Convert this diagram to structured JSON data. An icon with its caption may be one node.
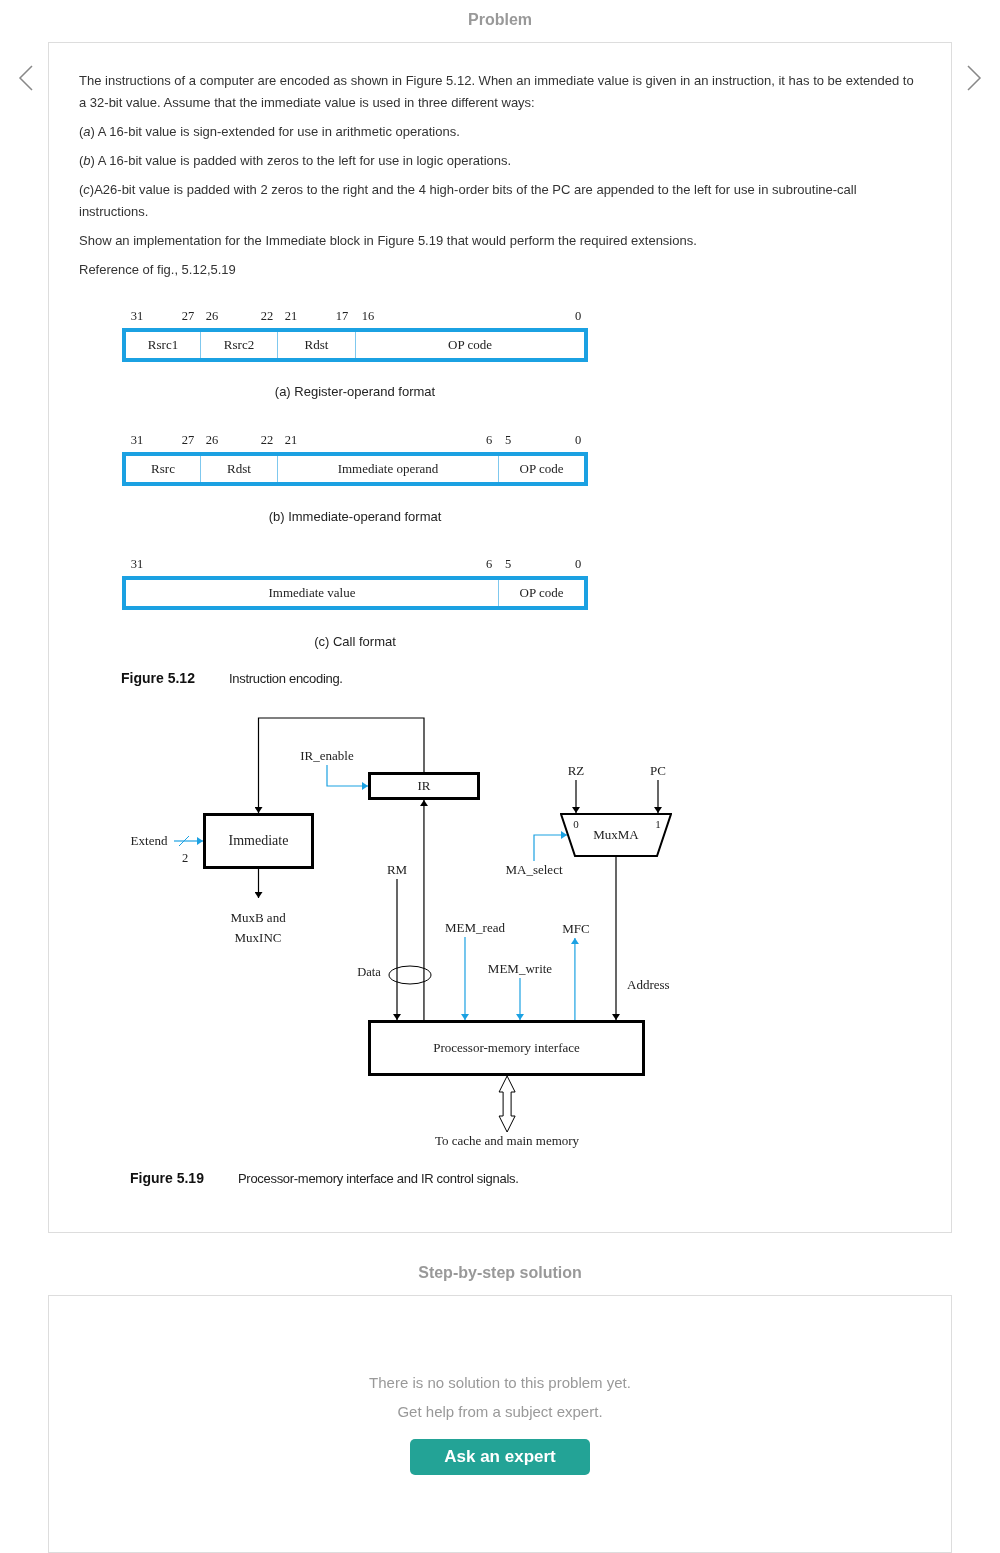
{
  "diagram": {
    "title": "Problem",
    "nodes": [
      {
        "text": [
          "Rsrc1"
        ]
      },
      {
        "text": [
          "Rsrc2"
        ]
      },
      {
        "text": [
          "Rdst"
        ]
      },
      {
        "text": [
          "OP code"
        ]
      },
      {
        "text": [
          "Rsrc"
        ]
      },
      {
        "text": [
          "Rdst"
        ]
      },
      {
        "text": [
          "Immediate operand"
        ]
      },
      {
        "text": [
          "OP code"
        ]
      },
      {
        "text": [
          "Immediate value"
        ]
      },
      {
        "text": [
          "OP code"
        ]
      },
      {
        "text": [
          "IR_enable"
        ]
      },
      {
        "text": [
          "IR"
        ]
      },
      {
        "text": [
          "Extend"
        ]
      },
      {
        "text": [
          "Immediate"
        ]
      },
      {
        "text": [
          "RZ"
        ]
      },
      {
        "text": [
          "PC"
        ]
      },
      {
        "text": [
          "0",
          "MuxMA",
          "1"
        ]
      },
      {
        "text": [
          "MA_select"
        ]
      },
      {
        "text": [
          "MuxB and MuxINC"
        ]
      },
      {
        "text": [
          "RM"
        ]
      },
      {
        "text": [
          "MEM_read"
        ]
      },
      {
        "text": [
          "MFC"
        ]
      },
      {
        "text": [
          "MEM_write"
        ]
      },
      {
        "text": [
          "Processor-memory interface"
        ]
      },
      {
        "text": [
          "To cache and main memory"
        ]
      }
    ],
    "edges": [
      {
        "from": 11,
        "to": 13,
        "arrow": "to"
      },
      {
        "from": 10,
        "to": 11,
        "arrow": "to",
        "color": "#1ba1e2"
      },
      {
        "from": 12,
        "to": 13,
        "arrow": "to",
        "color": "#1ba1e2"
      },
      {
        "from": 13,
        "to": 18,
        "arrow": "to"
      },
      {
        "from": 14,
        "to": 16,
        "arrow": "to"
      },
      {
        "from": 15,
        "to": 16,
        "arrow": "to"
      },
      {
        "from": 17,
        "to": 16,
        "arrow": "to",
        "color": "#1ba1e2"
      },
      {
        "from": 19,
        "to": 23,
        "arrow": "to"
      },
      {
        "from": 23,
        "to": 11,
        "arrow": "to"
      },
      {
        "from": 20,
        "to": 23,
        "arrow": "to",
        "color": "#1ba1e2"
      },
      {
        "from": 22,
        "to": 23,
        "arrow": "to",
        "color": "#1ba1e2"
      },
      {
        "from": 23,
        "to": 21,
        "arrow": "to",
        "color": "#1ba1e2"
      },
      {
        "from": 16,
        "to": 23,
        "arrow": "to",
        "label": "Address"
      },
      {
        "from": 23,
        "to": 24,
        "arrow": "both",
        "style": "thick"
      }
    ],
    "labels": [
      "The instructions of a computer are encoded as shown in Figure 5.12. When an immediate value is given in an instruction, it has to be extended to a 32-bit value. Assume that the immediate value is used in three different ways:",
      "(*a*) A 16-bit value is sign-extended for use in arithmetic operations.",
      "(*b*) A 16-bit value is padded with zeros to the left for use in logic operations.",
      "(*c*)A26-bit value is padded with 2 zeros to the right and the 4 high-order bits of the PC are appended to the left for use in subroutine-call instructions.",
      "Show an implementation for the Immediate block in Figure 5.19 that would perform the required extensions.",
      "Reference of fig., 5.12,5.19",
      "31",
      "27",
      "26",
      "22",
      "21",
      "17",
      "16",
      "0",
      "(a) Register-operand format",
      "31",
      "27",
      "26",
      "22",
      "21",
      "6",
      "5",
      "0",
      "(b) Immediate-operand format",
      "31",
      "6",
      "5",
      "0",
      "(c) Call format",
      "Figure 5.12",
      "Instruction encoding.",
      "2",
      "Data",
      "Figure 5.19",
      "Processor-memory interface and IR control signals.",
      "Step-by-step solution",
      "There is no solution to this problem yet.",
      "Get help from a subject expert.",
      "Ask an expert"
    ]
  }
}
